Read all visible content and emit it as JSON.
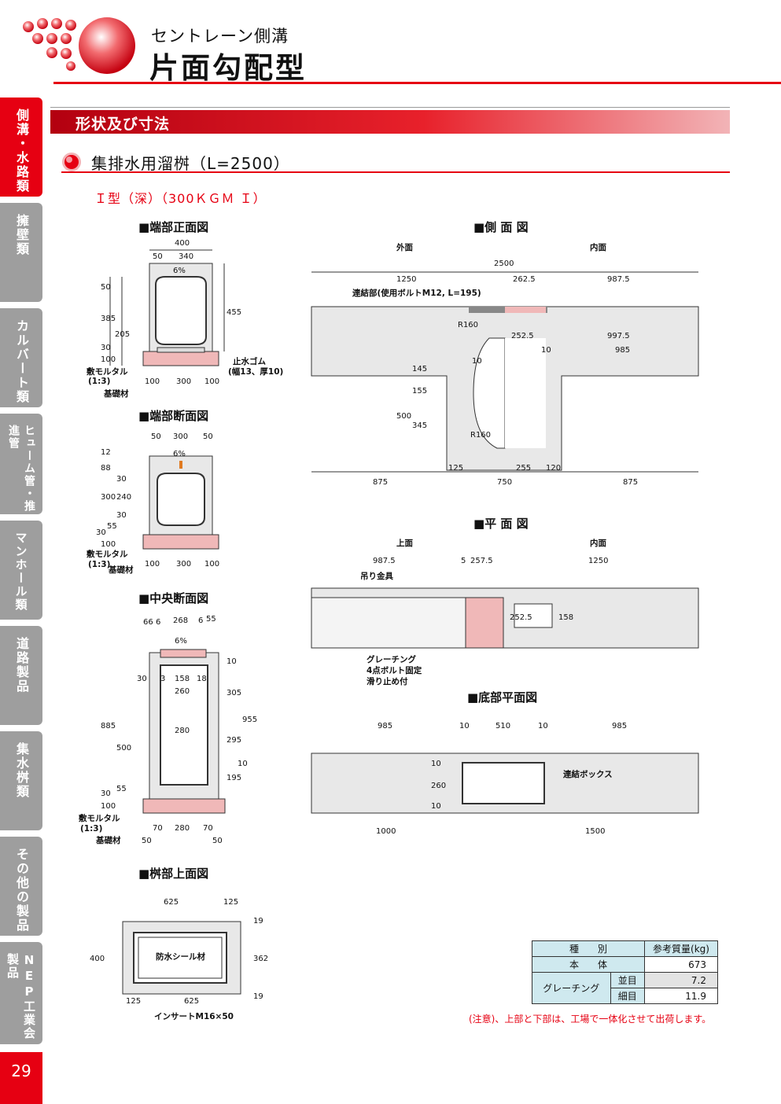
{
  "header": {
    "subtitle": "セントレーン側溝",
    "title": "片面勾配型"
  },
  "side_tabs": [
    {
      "label": "側溝・水路類",
      "active": true
    },
    {
      "label": "擁壁類",
      "active": false
    },
    {
      "label": "カルバート類",
      "active": false
    },
    {
      "label": "ヒューム管・推進管",
      "active": false
    },
    {
      "label": "マンホール類",
      "active": false
    },
    {
      "label": "道路製品",
      "active": false
    },
    {
      "label": "集水桝類",
      "active": false
    },
    {
      "label": "その他の製品",
      "active": false
    },
    {
      "label": "NEP工業会製品",
      "active": false
    }
  ],
  "page_number": "29",
  "section": {
    "title": "形状及び寸法",
    "subtitle": "集排水用溜桝（L=2500）",
    "type_label": "Ｉ型（深）（300ＫＧＭ Ｉ）"
  },
  "drawings": {
    "end_front": {
      "caption": "■端部正面図",
      "dims": [
        "400",
        "50",
        "340",
        "6%",
        "50",
        "385",
        "205",
        "455",
        "100",
        "30",
        "100",
        "300",
        "100"
      ],
      "labels": [
        "止水ゴム",
        "(幅13、厚10)",
        "敷モルタル",
        "(1:3)",
        "基礎材"
      ]
    },
    "end_section": {
      "caption": "■端部断面図",
      "dims": [
        "50",
        "300",
        "50",
        "6%",
        "12",
        "88",
        "30",
        "300",
        "240",
        "30",
        "55",
        "30",
        "100",
        "100",
        "300",
        "100"
      ],
      "labels": [
        "敷モルタル",
        "(1:3)",
        "基礎材"
      ]
    },
    "center_section": {
      "caption": "■中央断面図",
      "dims": [
        "66",
        "6",
        "268",
        "6",
        "55",
        "6%",
        "30",
        "3",
        "158",
        "18",
        "260",
        "10",
        "305",
        "885",
        "280",
        "955",
        "500",
        "295",
        "10",
        "195",
        "55",
        "30",
        "100",
        "70",
        "280",
        "70",
        "50",
        "50"
      ],
      "labels": [
        "敷モルタル",
        "(1:3)",
        "基礎材"
      ]
    },
    "basin_top": {
      "caption": "■桝部上面図",
      "dims": [
        "625",
        "125",
        "19",
        "400",
        "362",
        "19",
        "125",
        "625"
      ],
      "labels": [
        "防水シール材",
        "インサートM16×50"
      ]
    },
    "side_view": {
      "caption": "■側 面 図",
      "labels": [
        "外面",
        "内面",
        "連結部(使用ボルトM12, L=195)"
      ],
      "dims": [
        "2500",
        "1250",
        "262.5",
        "987.5",
        "R160",
        "252.5",
        "997.5",
        "10",
        "985",
        "10",
        "145",
        "155",
        "500",
        "345",
        "R160",
        "125",
        "255",
        "120",
        "875",
        "750",
        "875"
      ]
    },
    "plan_view": {
      "caption": "■平 面 図",
      "labels": [
        "上面",
        "内面",
        "吊り金具",
        "グレーチング",
        "4点ボルト固定",
        "滑り止め付"
      ],
      "dims": [
        "987.5",
        "5",
        "257.5",
        "1250",
        "252.5",
        "158"
      ]
    },
    "bottom_plan": {
      "caption": "■底部平面図",
      "labels": [
        "連結ボックス"
      ],
      "dims": [
        "985",
        "10",
        "510",
        "10",
        "985",
        "10",
        "260",
        "10",
        "1000",
        "1500"
      ]
    }
  },
  "weight_table": {
    "header": [
      "種　　別",
      "参考質量(kg)"
    ],
    "rows": [
      {
        "type": "本　　体",
        "sub": "",
        "value": "673"
      },
      {
        "type": "グレーチング",
        "sub": "並目",
        "value": "7.2"
      },
      {
        "type": "",
        "sub": "細目",
        "value": "11.9"
      }
    ]
  },
  "note": "(注意)、上部と下部は、工場で一体化させて出荷します。",
  "colors": {
    "accent": "#e60012",
    "tab_gray": "#9e9e9e",
    "concrete": "#e8e8e8",
    "mortar": "#f0b8b8"
  }
}
